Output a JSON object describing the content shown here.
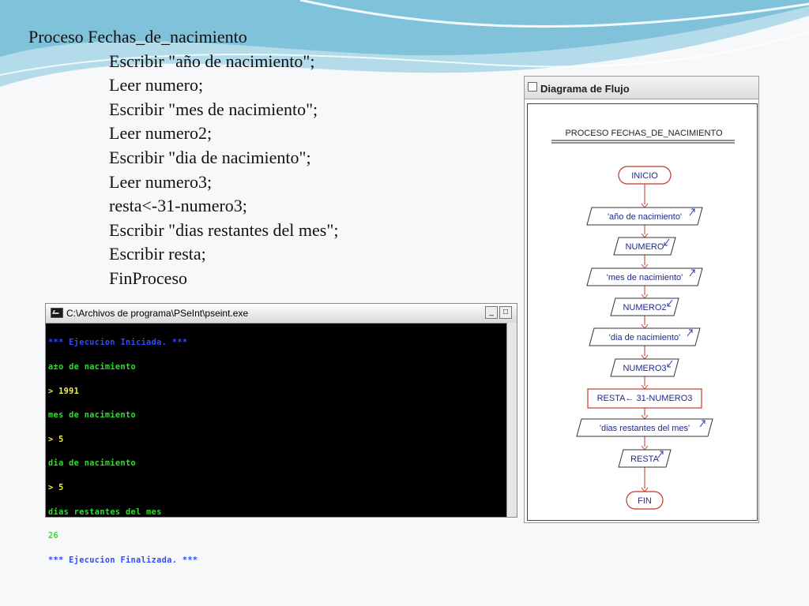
{
  "code": {
    "lines": [
      "Proceso Fechas_de_nacimiento",
      "Escribir \"año de nacimiento\";",
      "Leer numero;",
      "Escribir \"mes de nacimiento\";",
      "Leer numero2;",
      "Escribir \"dia de nacimiento\";",
      "Leer numero3;",
      "resta<-31-numero3;",
      "Escribir \"dias restantes del mes\";",
      "Escribir resta;",
      "FinProceso"
    ]
  },
  "console": {
    "title": "C:\\Archivos de programa\\PSeInt\\pseint.exe",
    "minimize_label": "_",
    "maximize_label": "□",
    "lines": [
      "*** Ejecucion Iniciada. ***",
      "a±o de nacimiento",
      "> 1991",
      "mes de nacimiento",
      "> 5",
      "dia de nacimiento",
      "> 5",
      "dias restantes del mes",
      "26",
      "*** Ejecucion Finalizada. ***"
    ],
    "line_colors": [
      "blue",
      "green",
      "yellow",
      "green",
      "yellow",
      "green",
      "yellow",
      "green",
      "green",
      "blue"
    ]
  },
  "flowchart": {
    "window_title": "Diagrama de Flujo",
    "header": "PROCESO FECHAS_DE_NACIMIENTO",
    "nodes": [
      {
        "type": "terminal",
        "label": "INICIO"
      },
      {
        "type": "output",
        "label": "'año de nacimiento'"
      },
      {
        "type": "input",
        "label": "NUMERO"
      },
      {
        "type": "output",
        "label": "'mes de nacimiento'"
      },
      {
        "type": "input",
        "label": "NUMERO2"
      },
      {
        "type": "output",
        "label": "'dia de nacimiento'"
      },
      {
        "type": "input",
        "label": "NUMERO3"
      },
      {
        "type": "process",
        "label": "RESTA← 31-NUMERO3"
      },
      {
        "type": "output",
        "label": "'dias restantes del mes'"
      },
      {
        "type": "output",
        "label": "RESTA"
      },
      {
        "type": "terminal",
        "label": "FIN"
      }
    ]
  },
  "colors": {
    "node_stroke": "#c0392b",
    "node_text": "#1f2a8a",
    "io_arrow": "#2233aa",
    "console_blue": "#2f4bff",
    "console_green": "#2fe02f",
    "console_yellow": "#f4f43a"
  }
}
